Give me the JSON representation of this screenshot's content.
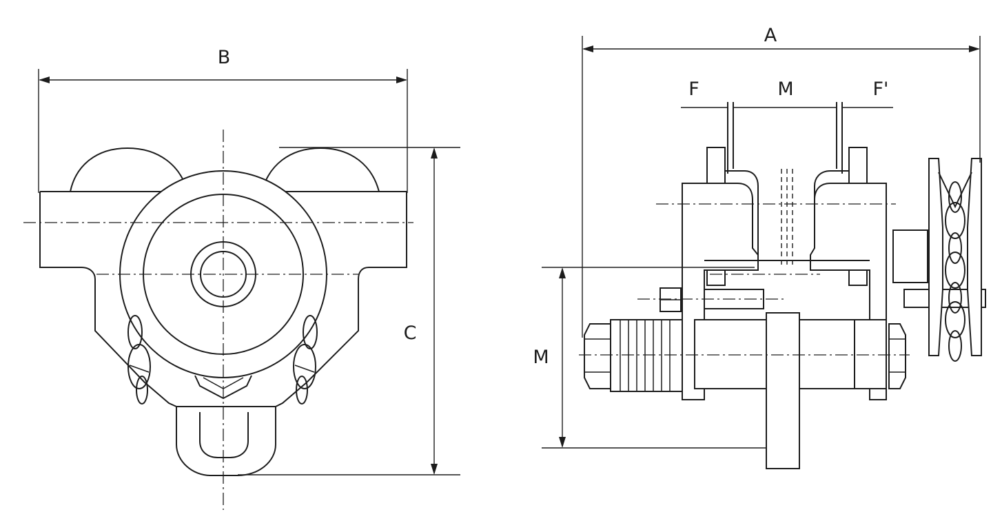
{
  "labels": {
    "front_width": "B",
    "front_height": "C",
    "side_width": "A",
    "flange_left": "F",
    "beam_width": "M",
    "flange_right": "F'",
    "side_height": "M"
  },
  "colors": {
    "line": "#1c1c1c",
    "background": "#ffffff"
  }
}
